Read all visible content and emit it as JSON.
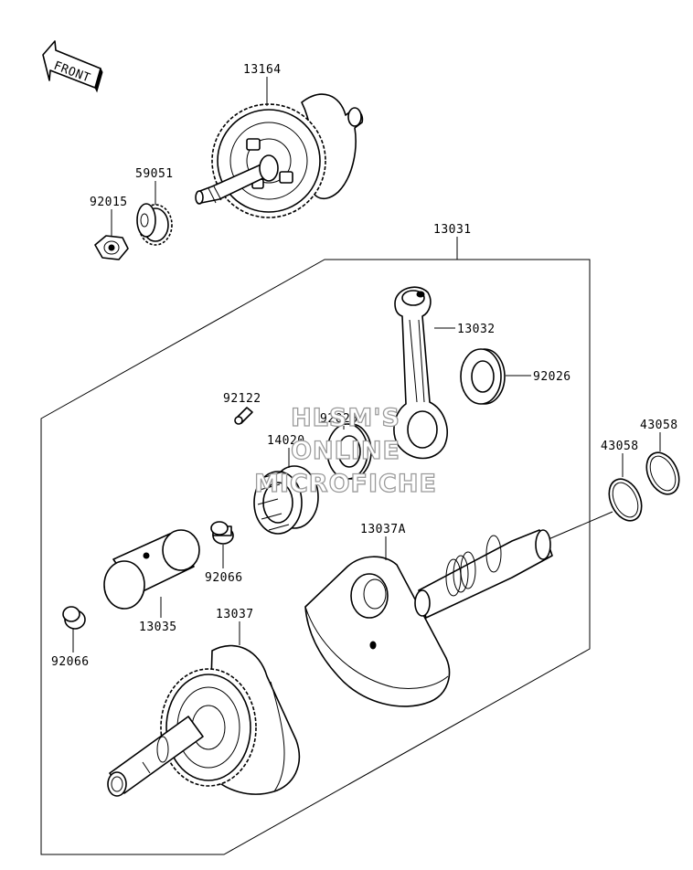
{
  "diagram": {
    "front_arrow": "FRONT",
    "watermark": [
      "HLSM'S",
      "ONLINE",
      "MICROFICHE"
    ],
    "parts": {
      "p13164": "13164",
      "p59051": "59051",
      "p92015": "92015",
      "p13031": "13031",
      "p13032": "13032",
      "p92026_right": "92026",
      "p92122": "92122",
      "p92026_center": "92026",
      "p14020": "14020",
      "p43058_top": "43058",
      "p43058_low": "43058",
      "p13037A": "13037A",
      "p92066_mid": "92066",
      "p13035": "13035",
      "p13037": "13037",
      "p92066_low": "92066"
    }
  }
}
